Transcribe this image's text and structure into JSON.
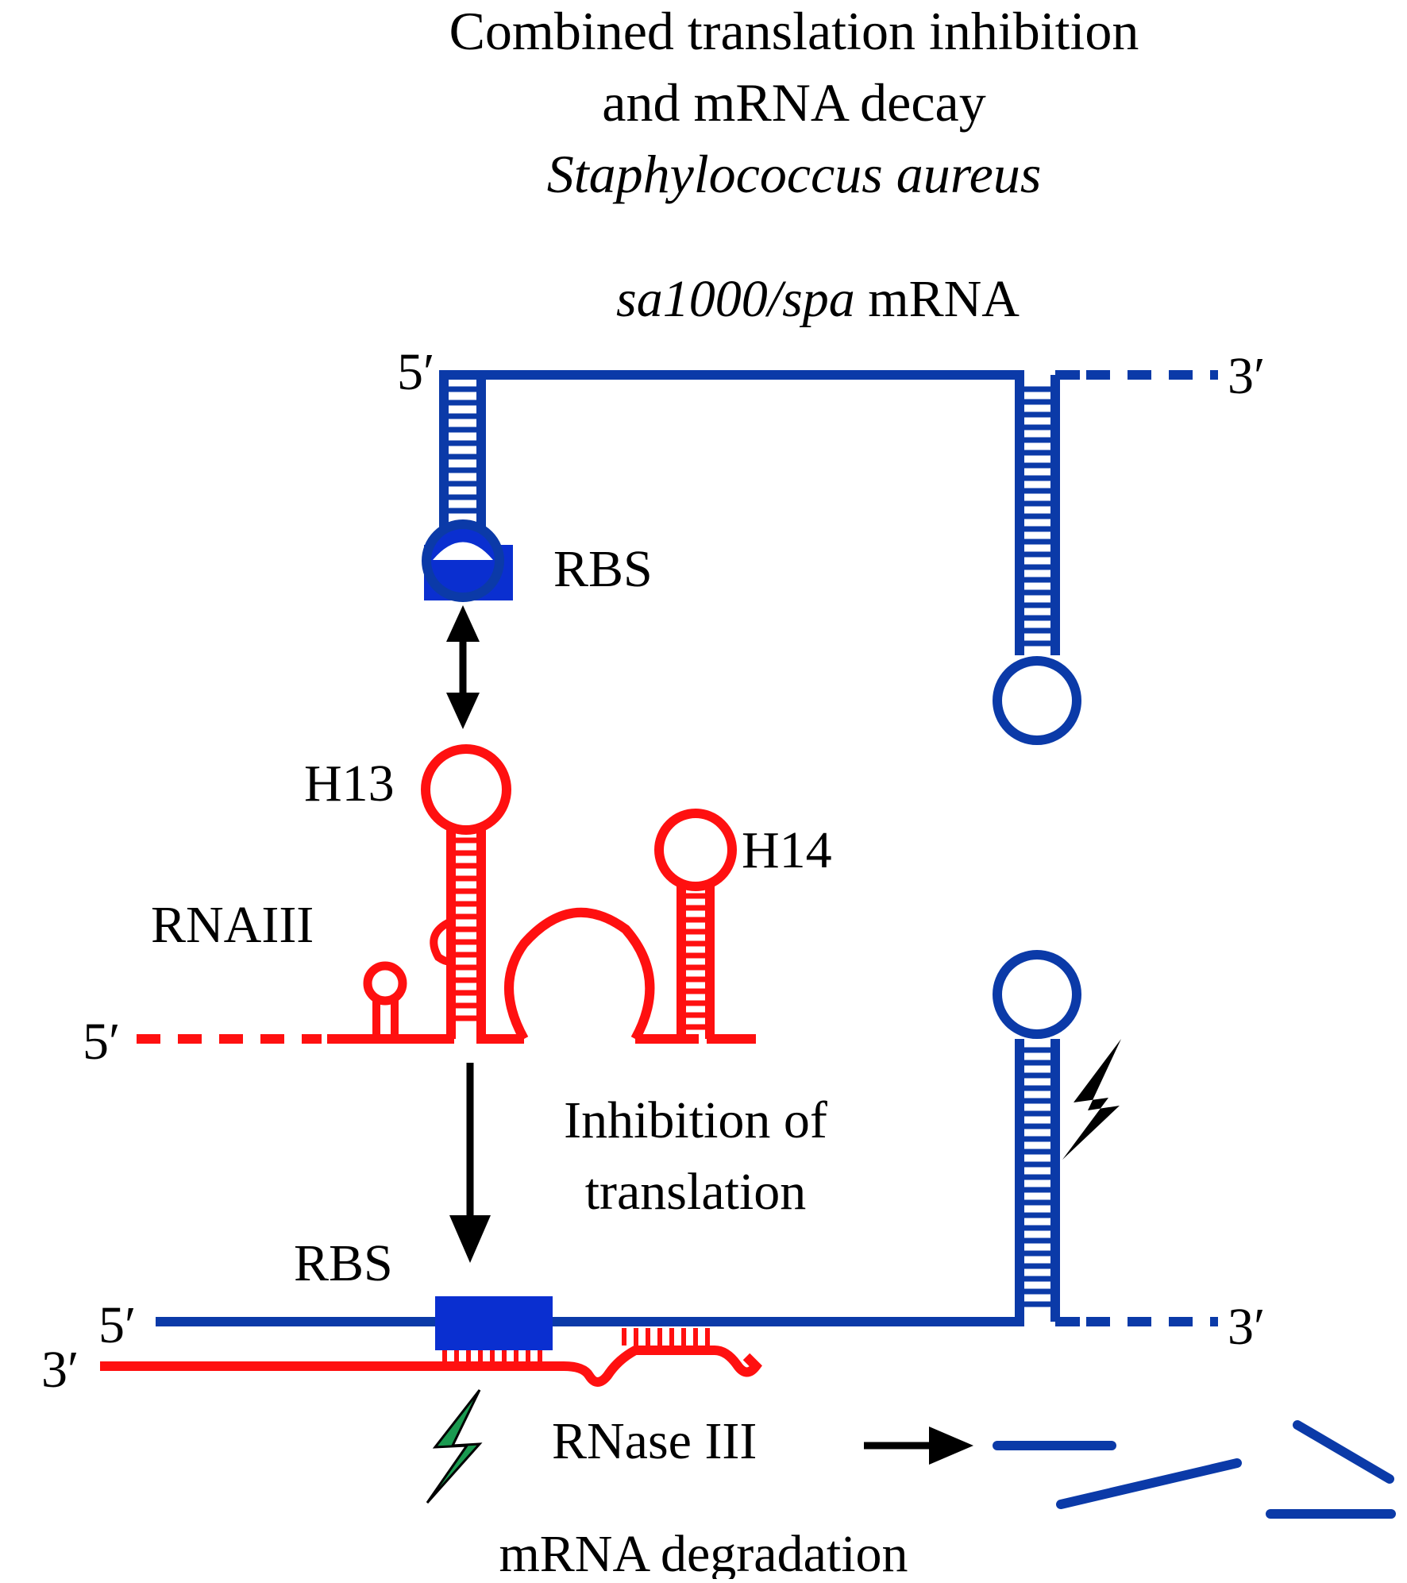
{
  "title": {
    "line1": "Combined translation inhibition",
    "line2": "and mRNA decay",
    "organism": "Staphylococcus aureus"
  },
  "mrna_label": {
    "gene": "sa1000/spa",
    "suffix": " mRNA"
  },
  "labels": {
    "five_prime_top": "5′",
    "three_prime_top": "3′",
    "rbs_top": "RBS",
    "h13": "H13",
    "h14": "H14",
    "rnaiii": "RNAIII",
    "five_prime_rnaiii": "5′",
    "inhibition_line1": "Inhibition of",
    "inhibition_line2": "translation",
    "rbs_bottom": "RBS",
    "five_prime_duplex": "5′",
    "three_prime_duplex_right": "3′",
    "three_prime_duplex_left": "3′",
    "rnase": "RNase III",
    "degradation": "mRNA degradation"
  },
  "colors": {
    "mrna": "#0b3aa8",
    "mrna_fill": "#0a2fd0",
    "rnaiii": "#ff1010",
    "cleavage_green": "#1a9a50",
    "arrow": "#000000"
  }
}
